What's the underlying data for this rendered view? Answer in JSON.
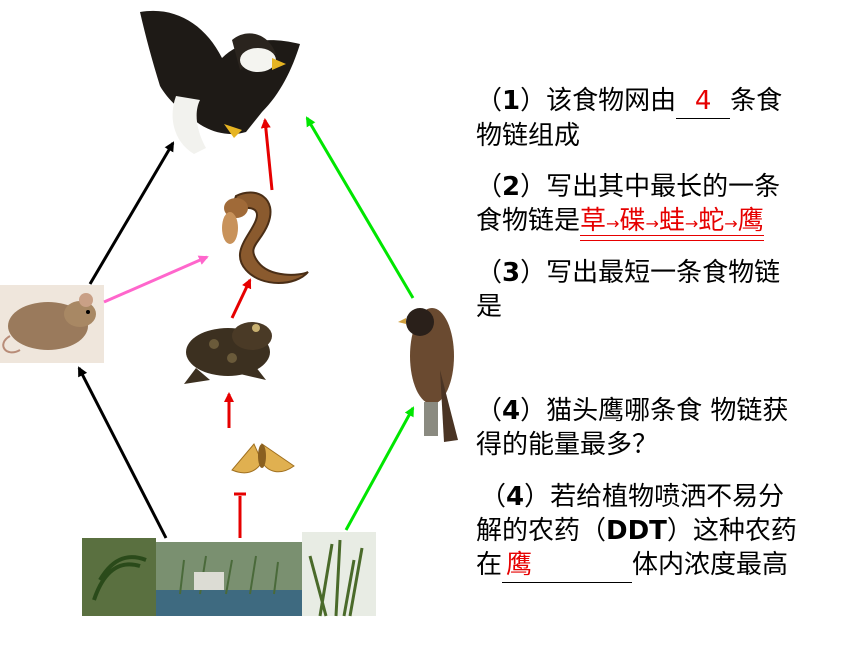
{
  "questions": {
    "q1": {
      "num": "1",
      "pre": "）该食物网由",
      "blank": "4",
      "post": "条食",
      "line2": "物链组成"
    },
    "q2": {
      "num": "2",
      "line1": "）写出其中最长的一条",
      "line2_pre": "食物链是",
      "chain": [
        "草",
        "碟",
        "蛙",
        "蛇",
        "鹰"
      ],
      "arrow": "→"
    },
    "q3": {
      "num": "3",
      "line1": "）写出最短一条食物链",
      "line2": "是"
    },
    "q4a": {
      "num": "4",
      "line1": "）猫头鹰哪条食 物链获",
      "line2": "得的能量最多？"
    },
    "q4b": {
      "num": "4",
      "line1": "）若给植物喷洒不易分",
      "line2": "解的农药（",
      "ddt": "DDT",
      "line2_post": "）这种农药",
      "line3_pre": "在",
      "blank": "鹰",
      "line3_post": "体内浓度最高"
    }
  },
  "colors": {
    "eat_black": "#000000",
    "eat_red": "#e60000",
    "eat_green": "#00e600",
    "eat_pink": "#ff66cc",
    "answer": "#e60000"
  },
  "icons": [
    "eagle-icon",
    "snake-icon",
    "mouse-icon",
    "frog-icon",
    "moth-icon",
    "bird-icon",
    "grass-icon"
  ]
}
